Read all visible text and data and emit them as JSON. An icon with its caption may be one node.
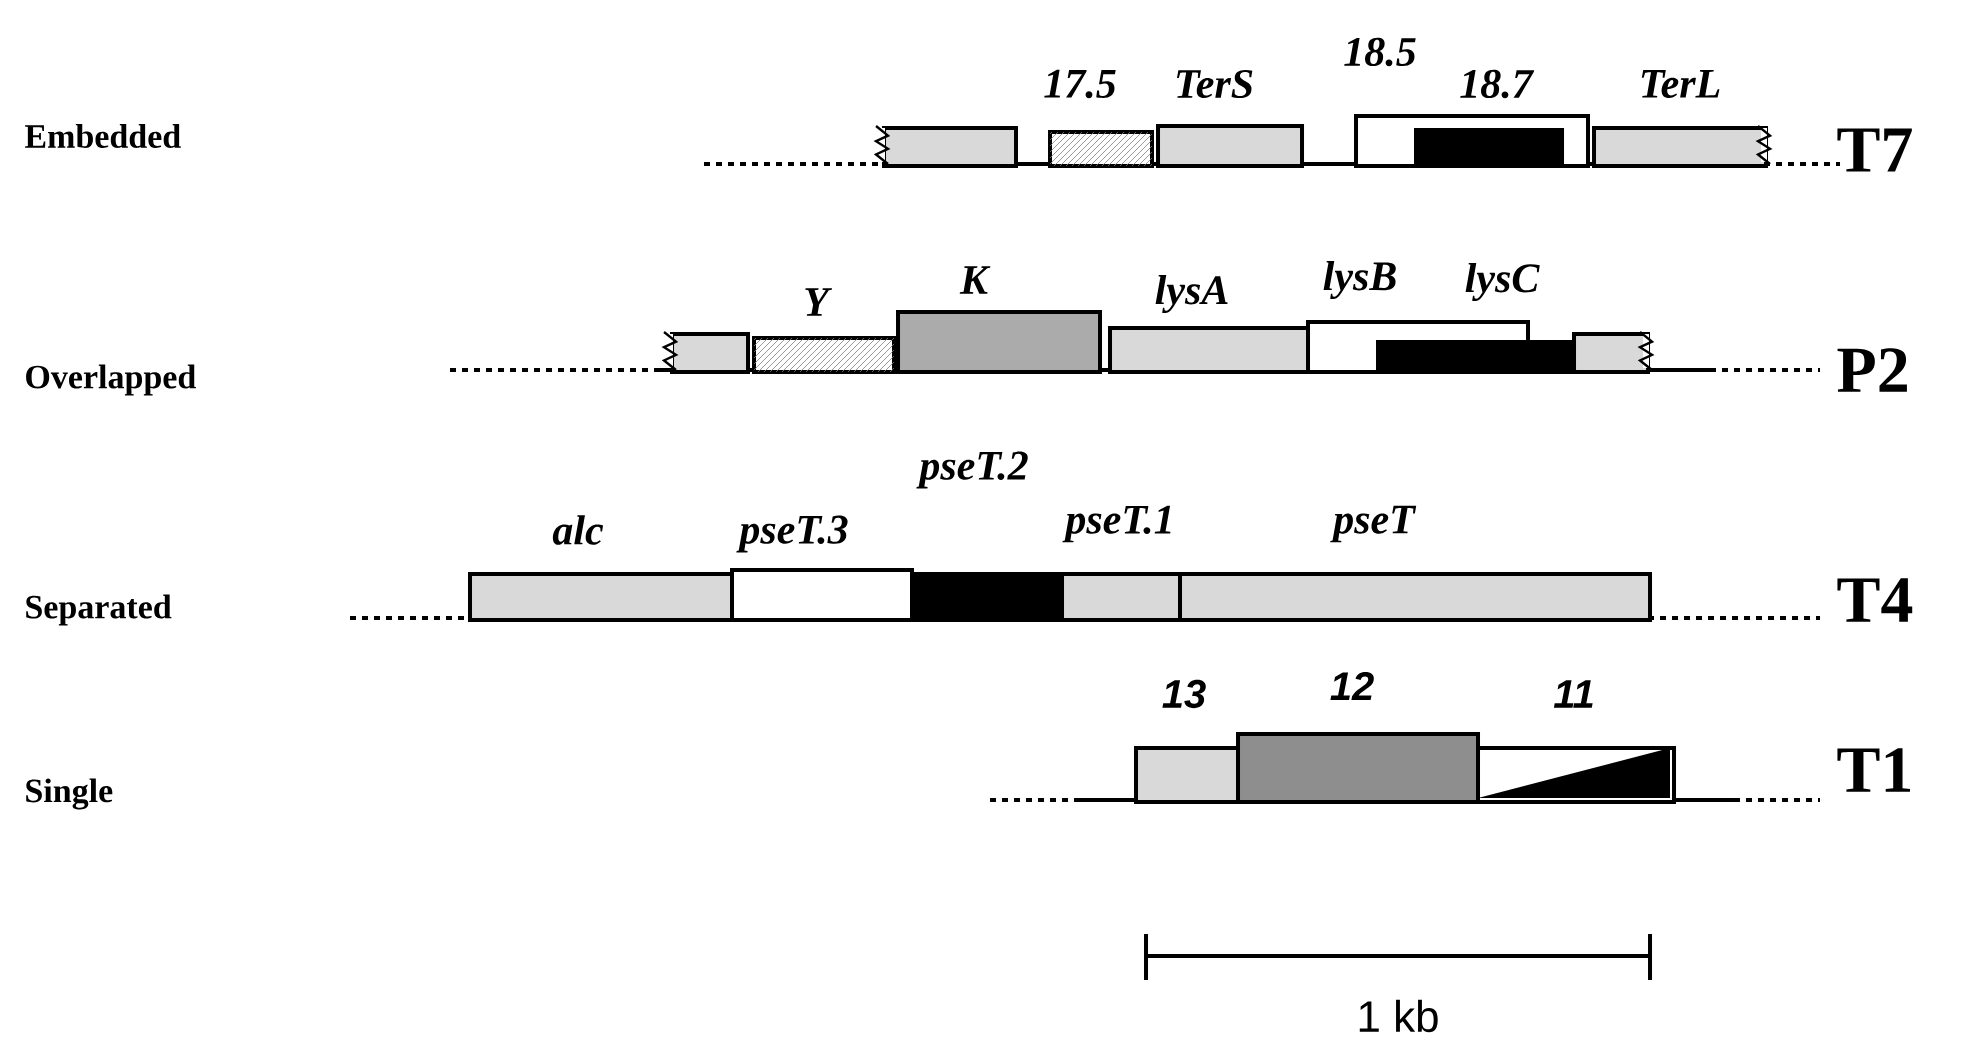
{
  "diagram": {
    "nodes": [
      {
        "text": [],
        "shape": "box"
      },
      {
        "text": [
          "17.5"
        ]
      },
      {
        "text": [
          "TerS"
        ]
      },
      {
        "text": [
          "18.5"
        ]
      },
      {
        "text": [
          "18.7"
        ],
        "in": 3
      },
      {
        "text": [
          "TerL"
        ]
      },
      {
        "text": [],
        "shape": "box"
      },
      {
        "text": [
          "Y"
        ]
      },
      {
        "text": [
          "K"
        ]
      },
      {
        "text": [
          "lysA"
        ]
      },
      {
        "text": [
          "lysB"
        ]
      },
      {
        "text": [
          "lysC"
        ]
      },
      {
        "text": [],
        "shape": "box"
      },
      {
        "text": [
          "alc"
        ]
      },
      {
        "text": [
          "pseT.3"
        ]
      },
      {
        "text": [
          "pseT.2"
        ]
      },
      {
        "text": [
          "pseT.1"
        ]
      },
      {
        "text": [
          "pseT"
        ]
      },
      {
        "text": [
          "13"
        ]
      },
      {
        "text": [
          "12"
        ]
      },
      {
        "text": [
          "11"
        ]
      }
    ],
    "labels": [
      "Embedded",
      "T7",
      "Overlapped",
      "P2",
      "Separated",
      "T4",
      "Single",
      "T1",
      "1 kb"
    ]
  }
}
